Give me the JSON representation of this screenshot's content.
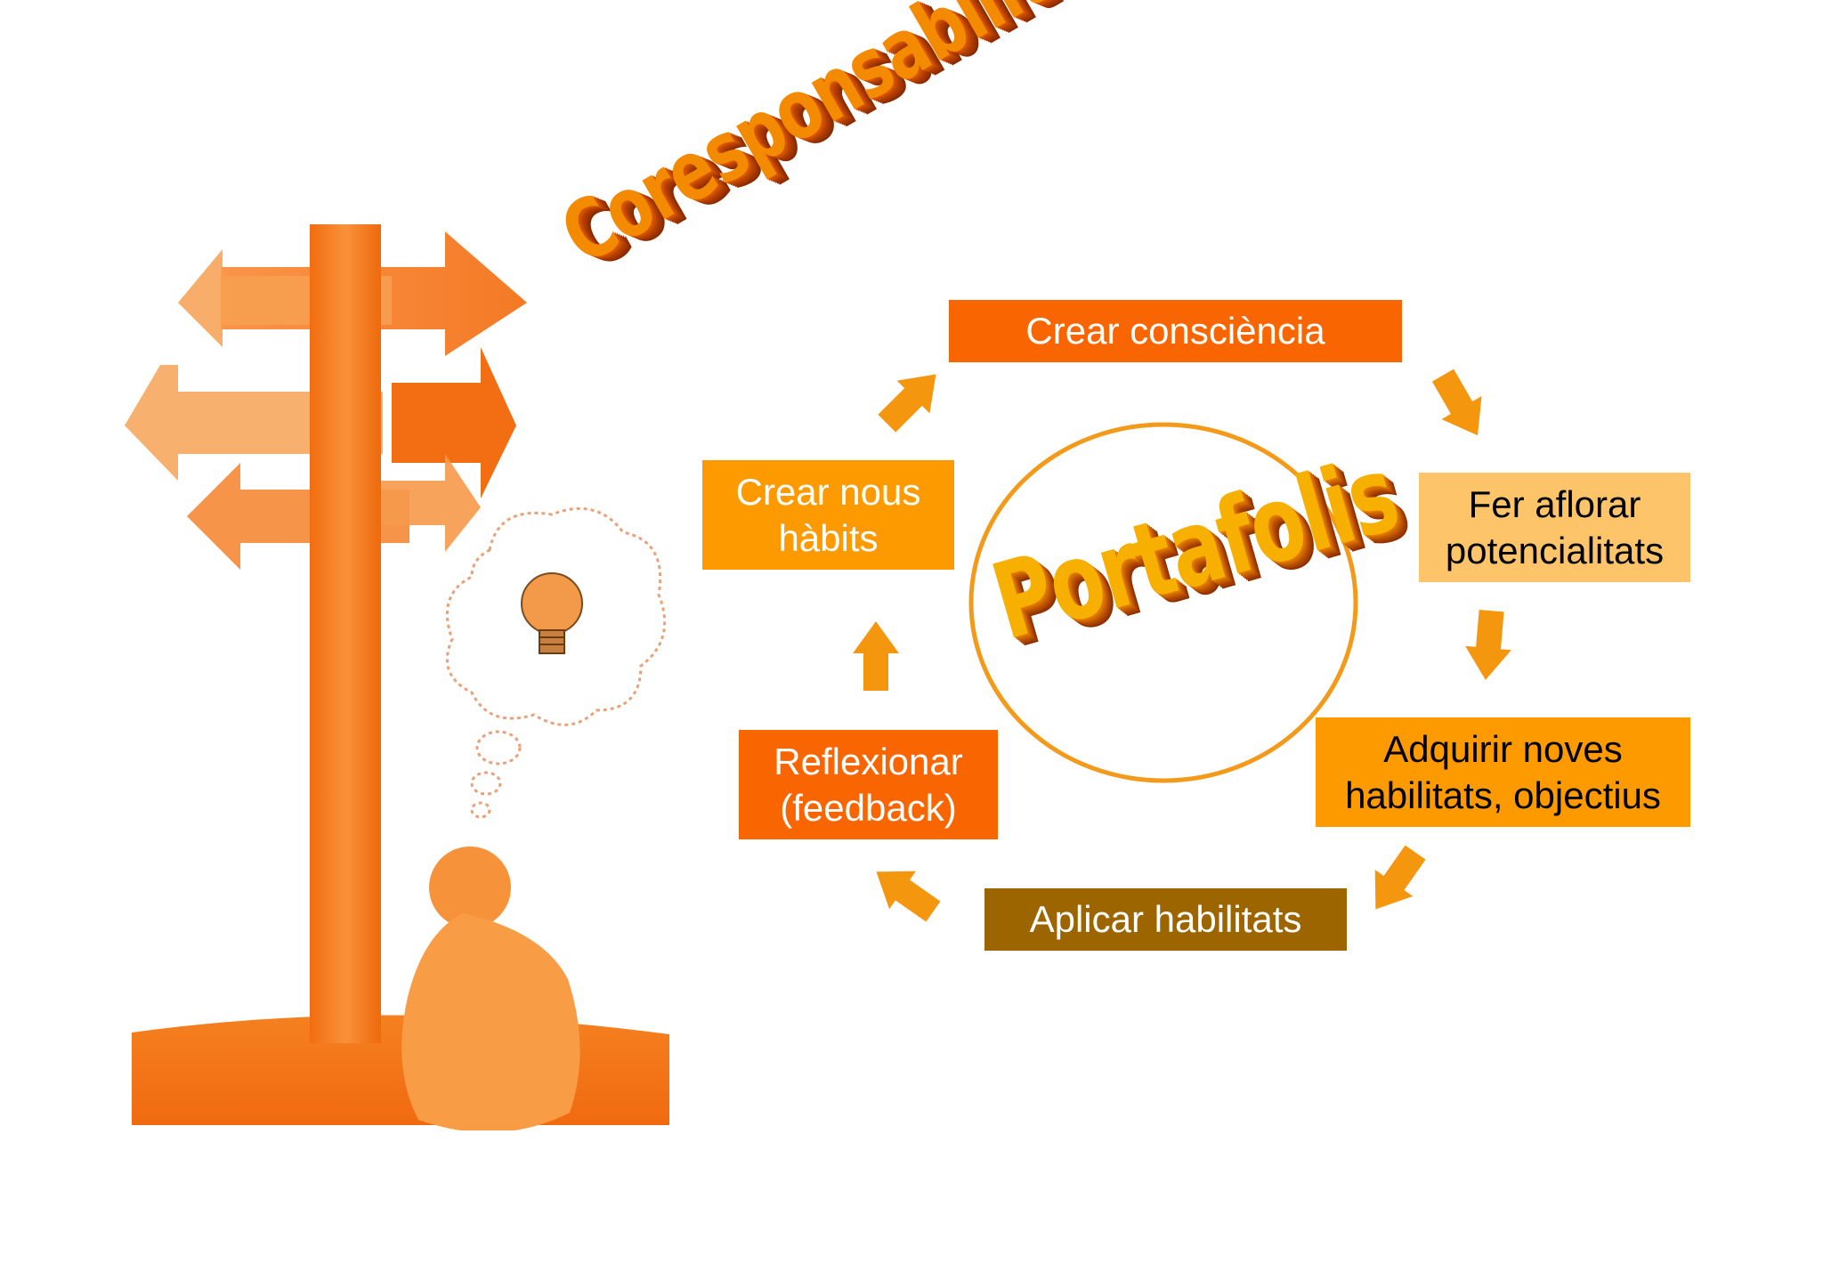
{
  "title": "Coresponsabilitat",
  "center_label": "Portafolis",
  "cycle": [
    {
      "id": "consciencia",
      "label": "Crear consciència",
      "color": "#f96500"
    },
    {
      "id": "aflorar",
      "label": "Fer aflorar\npotencialitats",
      "color": "#fdc46a"
    },
    {
      "id": "adquirir",
      "label": "Adquirir noves\nhabilitats, objectius",
      "color": "#fd9a00"
    },
    {
      "id": "aplicar",
      "label": "Aplicar habilitats",
      "color": "#9c6500"
    },
    {
      "id": "reflexionar",
      "label": "Reflexionar\n(feedback)",
      "color": "#f96500"
    },
    {
      "id": "habits",
      "label": "Crear nous\nhàbits",
      "color": "#fd9a00"
    }
  ],
  "icons": [
    "signpost-illustration",
    "thought-cloud-icon",
    "lightbulb-icon",
    "thinking-person-icon",
    "cycle-arrow-icon"
  ],
  "colors": {
    "accent": "#f97a1a",
    "ring": "#f49a1a"
  }
}
